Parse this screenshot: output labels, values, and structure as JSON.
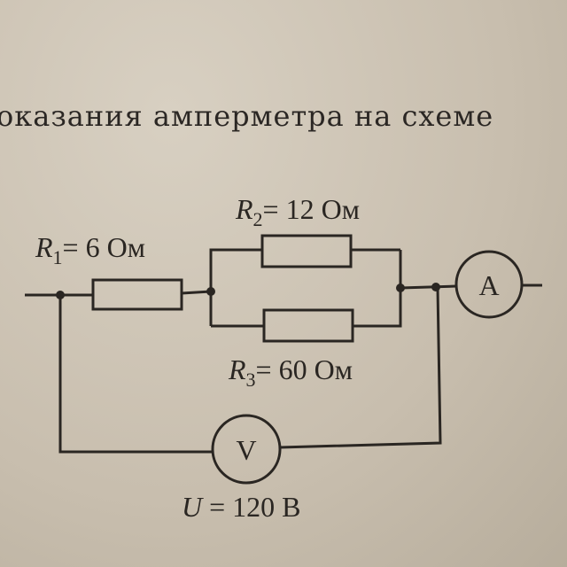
{
  "heading_text": "оказания амперметра на схеме",
  "circuit": {
    "r1": {
      "symbol": "R",
      "sub": "1",
      "value": "= 6 Ом"
    },
    "r2": {
      "symbol": "R",
      "sub": "2",
      "value": "= 12 Ом"
    },
    "r3": {
      "symbol": "R",
      "sub": "3",
      "value": "= 60 Ом"
    },
    "ammeter": "A",
    "voltmeter": "V",
    "voltage": {
      "symbol": "U",
      "value": "= 120 В"
    }
  }
}
